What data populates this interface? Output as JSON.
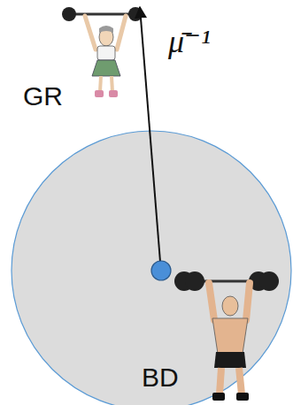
{
  "diagram": {
    "labels": [
      "GR",
      "μ̄⁻¹",
      "BD"
    ]
  }
}
